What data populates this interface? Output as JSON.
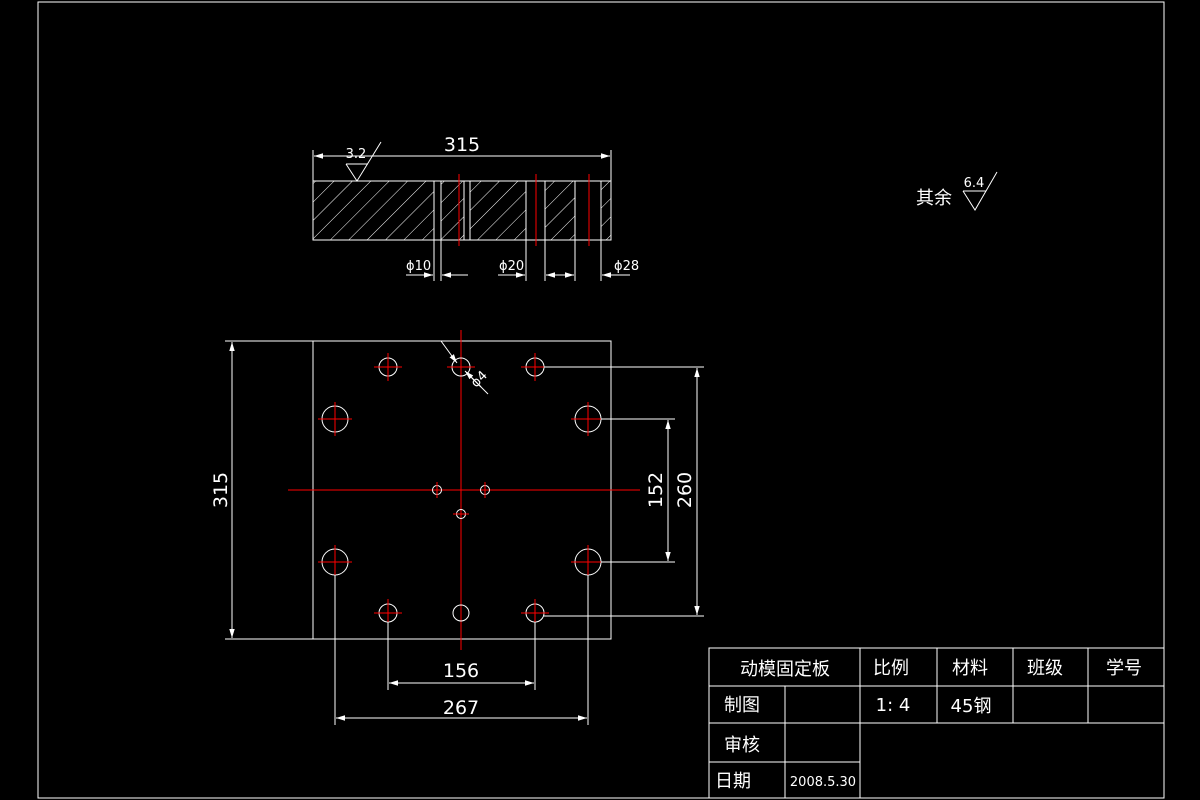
{
  "section_view": {
    "width_dim": "315",
    "roughness": "3.2",
    "dia_small": "ϕ10",
    "dia_mid": "ϕ20",
    "dia_large": "ϕ28"
  },
  "plan_view": {
    "height_dim": "315",
    "dim_152": "152",
    "dim_260": "260",
    "dim_156": "156",
    "dim_267": "267",
    "small_hole_dia": "ϕ4"
  },
  "note": {
    "label": "其余",
    "roughness": "6.4"
  },
  "title_block": {
    "part_name": "动模固定板",
    "scale_header": "比例",
    "material_header": "材料",
    "class_header": "班级",
    "student_id_header": "学号",
    "drawn_label": "制图",
    "scale_value": "1: 4",
    "material_value": "45钢",
    "checked_label": "审核",
    "date_label": "日期",
    "date_value": "2008.5.30"
  },
  "colors": {
    "background": "#000000",
    "line": "#ffffff",
    "centerline": "#ff0000"
  }
}
